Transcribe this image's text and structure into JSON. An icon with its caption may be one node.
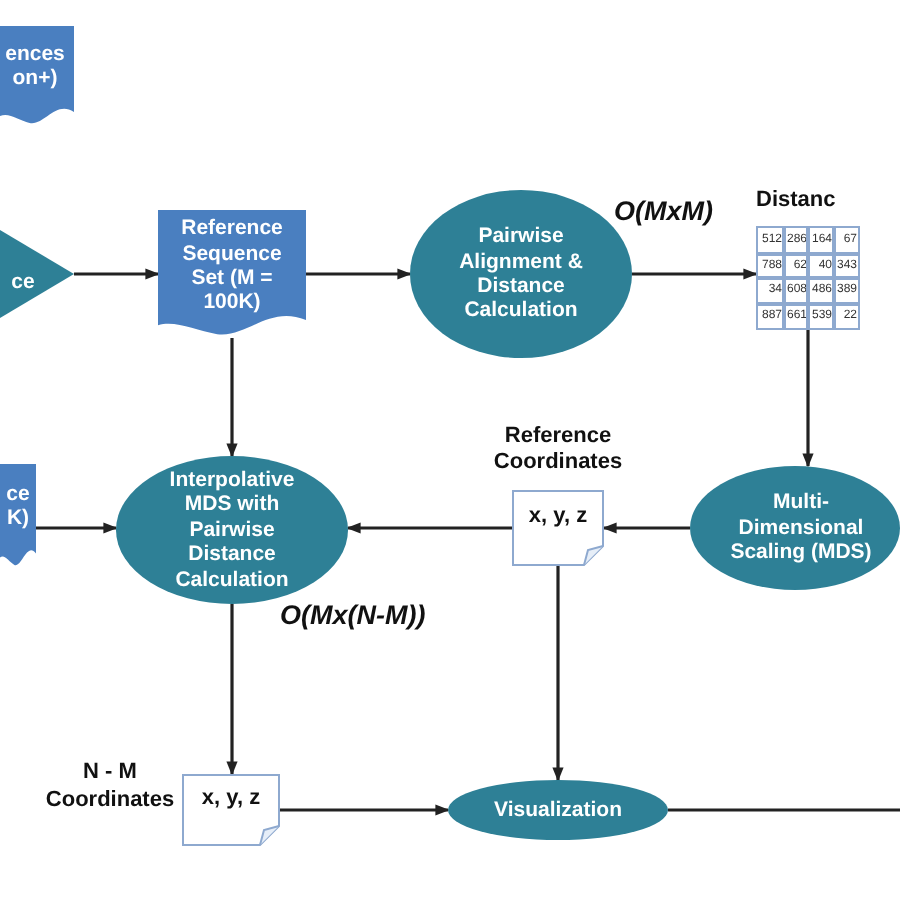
{
  "diagram": {
    "nodes": [
      {
        "text": [
          "ences on+)"
        ]
      },
      {
        "text": [
          "ce"
        ]
      },
      {
        "text": [
          "Reference Sequence Set (M = 100K)"
        ]
      },
      {
        "text": [
          "Pairwise Alignment & Distance Calculation"
        ]
      },
      {
        "text": [
          "Distanc"
        ]
      },
      {
        "text": [
          "Multi-Dimensional Scaling (MDS)"
        ]
      },
      {
        "text": [
          "Reference Coordinates",
          "x, y, z"
        ]
      },
      {
        "text": [
          "Interpolative MDS with Pairwise Distance Calculation"
        ]
      },
      {
        "text": [
          "ce K)"
        ]
      },
      {
        "text": [
          "x, y, z"
        ],
        "beside": [
          "N - M Coordinates"
        ]
      },
      {
        "text": [
          "Visualization"
        ]
      }
    ],
    "edges": [
      {
        "from": 1,
        "to": 2,
        "arrow": "to"
      },
      {
        "from": 2,
        "to": 3,
        "arrow": "to"
      },
      {
        "from": 3,
        "to": 4,
        "arrow": "to"
      },
      {
        "from": 4,
        "to": 5,
        "arrow": "to"
      },
      {
        "from": 5,
        "to": 6,
        "arrow": "to"
      },
      {
        "from": 6,
        "to": 7,
        "arrow": "to"
      },
      {
        "from": 8,
        "to": 7,
        "arrow": "to"
      },
      {
        "from": 2,
        "to": 7,
        "arrow": "to"
      },
      {
        "from": 7,
        "to": 9,
        "arrow": "to"
      },
      {
        "from": 6,
        "to": 10,
        "arrow": "to"
      },
      {
        "from": 9,
        "to": 10,
        "arrow": "to"
      },
      {
        "from": 10,
        "to": null,
        "arrow": "none"
      }
    ],
    "labels": [
      "O(MxM)",
      "512",
      "286",
      "164",
      "67",
      "788",
      "62",
      "40",
      "343",
      "34",
      "608",
      "486",
      "389",
      "887",
      "661",
      "539",
      "22",
      "O(Mx(N-M))"
    ]
  }
}
